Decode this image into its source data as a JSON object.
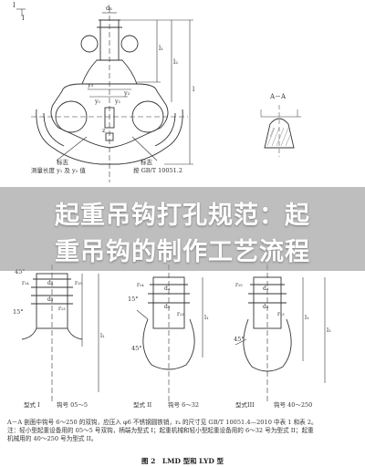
{
  "banner": {
    "line1": "起重吊钩打孔规范：起",
    "line2": "重吊钩的制作工艺流程"
  },
  "top_drawing": {
    "labels": {
      "d1": "d₁",
      "roman1": "I",
      "i_label": "I",
      "y3": "y₃",
      "y2": "y₂",
      "l1": "l₁",
      "l": "l",
      "l2": "l₂",
      "y1": "y₁",
      "y1b": "y₁",
      "z": "z",
      "section": "A－A",
      "marker_left": "标志",
      "marker_right": "标志",
      "measure_note": "测量长度 y₁ 及 y₂ 值",
      "standard_note": "按 GB/T 10051.2"
    }
  },
  "bottom_drawing": {
    "labels": {
      "a45": "45°",
      "a15": "15°",
      "a15b": "15°",
      "a45b": "45°",
      "a45c": "45°",
      "d4": "d₄",
      "d4b": "d₄",
      "d4c": "d₄",
      "d3": "d₃",
      "d3b": "d₃",
      "d3c": "d₃",
      "r14": "r₁₄",
      "r14b": "r₁₄",
      "r15": "r₁₅",
      "r15b": "r₁₅",
      "r13": "r₁₃",
      "r13b": "r₁₃",
      "r13c": "r₁₃",
      "l1a": "l₁",
      "l1b": "l₁",
      "l1c": "l₁",
      "l2": "l₂",
      "type1": "型式 I",
      "type1_range": "钩号 05～5",
      "type2": "型式 II",
      "type2_range": "钩号 6～32",
      "type3": "型式III",
      "type3_range": "钩号 40～250"
    }
  },
  "notes": {
    "n1": "A－A 剖面中钩号 6～250 的双钩，应压入 φ6 不锈钢圆铁销，r₄ 的尺寸见 GB/T 10051.4—2010 中表 1 和表 2。",
    "n2": "注：轻小型起重设备用的 05～5 号双钩，柄端为型式 I；起重机械和轻小型起重设备用的 6～32 号为型式 II；起重",
    "n3": "机械用的 40～250 号为型式 II。",
    "n4": ""
  },
  "caption": "图 2　LMD 型和 LYD 型"
}
